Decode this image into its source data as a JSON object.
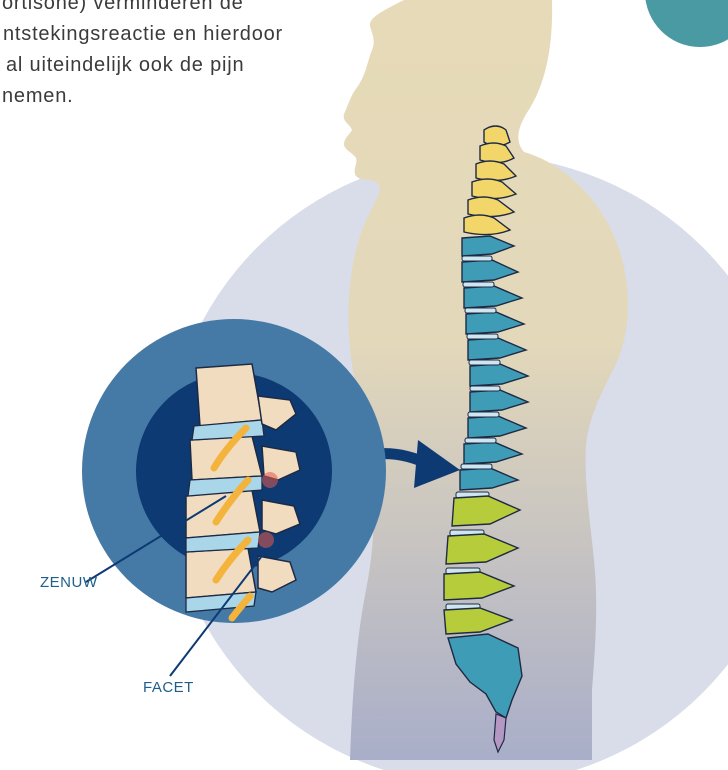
{
  "intro_text": {
    "lines": [
      "ortisone) verminderen de",
      "ntstekingsreactie en hierdoor",
      "al uiteindelijk ook de pijn",
      "nemen."
    ]
  },
  "labels": {
    "nerve": "ZENUW",
    "facet": "FACET"
  },
  "colors": {
    "corner_circle": "#4a9aa3",
    "background_circle": "#d9dde9",
    "silhouette_top": "#e6dab8",
    "silhouette_bottom": "#a9aec9",
    "detail_outer": "#457aa6",
    "detail_inner": "#0e3a73",
    "arrow": "#0e3a73",
    "cervical": "#f2d66a",
    "thoracic": "#3f9cb6",
    "lumbar": "#b6cc3a",
    "sacrum": "#3f9cb6",
    "coccyx": "#b597c4",
    "disc": "#cfe6f0",
    "label_text": "#1d5f8c",
    "leader_line": "#0e3a73"
  }
}
